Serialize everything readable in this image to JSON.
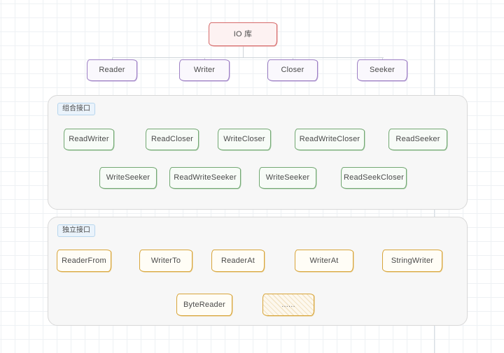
{
  "diagram": {
    "title_node": {
      "label": "IO 库"
    },
    "interfaces": [
      {
        "label": "Reader"
      },
      {
        "label": "Writer"
      },
      {
        "label": "Closer"
      },
      {
        "label": "Seeker"
      }
    ],
    "groups": [
      {
        "label": "组合接口",
        "nodes_row1": [
          {
            "label": "ReadWriter"
          },
          {
            "label": "ReadCloser"
          },
          {
            "label": "WriteCloser"
          },
          {
            "label": "ReadWriteCloser"
          },
          {
            "label": "ReadSeeker"
          }
        ],
        "nodes_row2": [
          {
            "label": "WriteSeeker"
          },
          {
            "label": "ReadWriteSeeker"
          },
          {
            "label": "WriteSeeker"
          },
          {
            "label": "ReadSeekCloser"
          }
        ]
      },
      {
        "label": "独立接口",
        "nodes_row1": [
          {
            "label": "ReaderFrom"
          },
          {
            "label": "WriterTo"
          },
          {
            "label": "ReaderAt"
          },
          {
            "label": "WriterAt"
          },
          {
            "label": "StringWriter"
          }
        ],
        "nodes_row2": [
          {
            "label": "ByteReader"
          },
          {
            "label": "......"
          }
        ]
      }
    ],
    "colors": {
      "root_border": "#d66a6a",
      "interface_border": "#9d7fc4",
      "composite_border": "#73a873",
      "standalone_border": "#d8a53a",
      "group_fill": "#f7f7f7",
      "label_fill": "#eaf3fb"
    }
  }
}
